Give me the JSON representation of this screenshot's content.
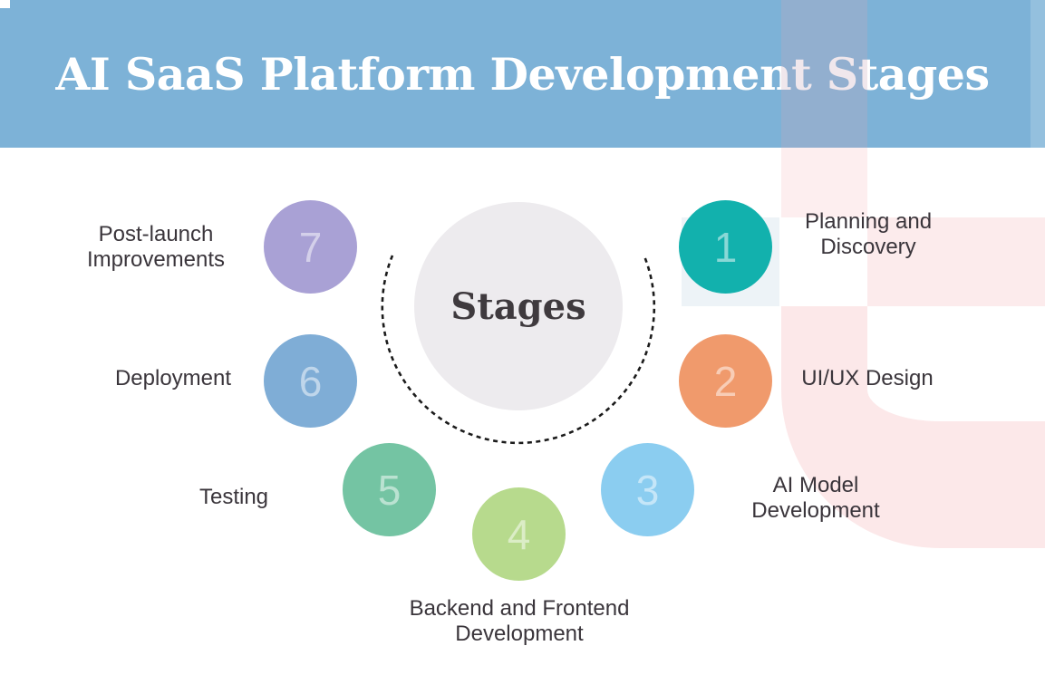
{
  "header": {
    "title": "AI SaaS Platform Development Stages"
  },
  "center": {
    "label": "Stages"
  },
  "stages": [
    {
      "number": "1",
      "label": "Planning and\nDiscovery",
      "color": "#12b1ad"
    },
    {
      "number": "2",
      "label": "UI/UX Design",
      "color": "#f09a6c"
    },
    {
      "number": "3",
      "label": "AI Model\nDevelopment",
      "color": "#8bcdf0"
    },
    {
      "number": "4",
      "label": "Backend and Frontend\nDevelopment",
      "color": "#b7da8d"
    },
    {
      "number": "5",
      "label": "Testing",
      "color": "#74c4a3"
    },
    {
      "number": "6",
      "label": "Deployment",
      "color": "#7fadd6"
    },
    {
      "number": "7",
      "label": "Post-launch\nImprovements",
      "color": "#a9a1d5"
    }
  ],
  "colors": {
    "page_bg": "#ffffff",
    "header_bg": "#7db2d7",
    "title_text": "#ffffff",
    "center_circle": "#edebee",
    "center_text": "#3f3a3e",
    "label_text": "#3a353b",
    "number_tint": "rgba(255,255,255,0.5)",
    "arc": "#1b1b1b",
    "deco_header_overlay": "rgba(200,170,185,0.28)",
    "deco_pink_soft": "#fdeeef",
    "deco_pink_band": "#fcebec",
    "deco_pink_u": "#fce8e9",
    "deco_blue_square": "#edf3f7",
    "deco_header_strip": "rgba(255,255,255,0.18)",
    "white": "#ffffff"
  }
}
